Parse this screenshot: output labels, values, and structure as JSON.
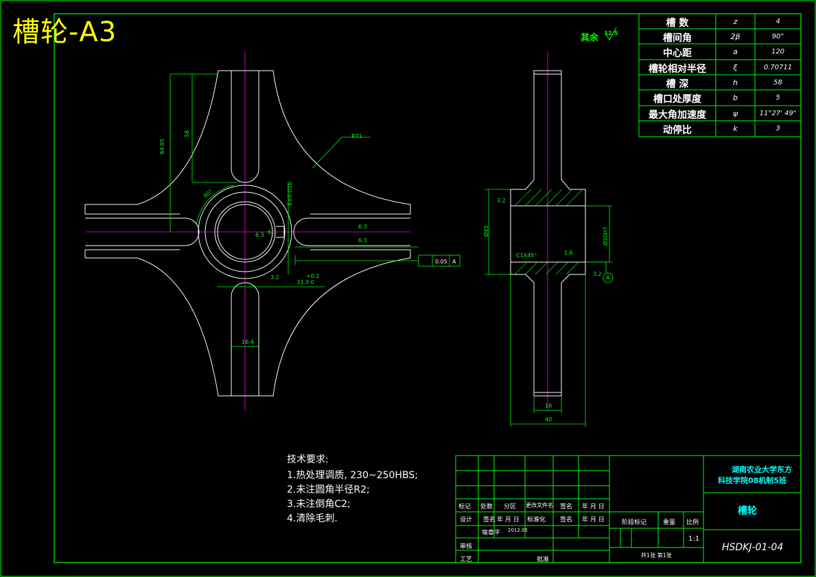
{
  "sheet_title": "槽轮-A3",
  "roughness_note": "其余",
  "roughness_value": "12.5",
  "params": [
    {
      "name": "槽  数",
      "sym": "z",
      "val": "4"
    },
    {
      "name": "槽间角",
      "sym": "2β",
      "val": "90°"
    },
    {
      "name": "中心距",
      "sym": "a",
      "val": "120"
    },
    {
      "name": "槽轮相对半径",
      "sym": "ξ",
      "val": "0.70711"
    },
    {
      "name": "槽  深",
      "sym": "h",
      "val": "58"
    },
    {
      "name": "槽口处厚度",
      "sym": "b",
      "val": "5"
    },
    {
      "name": "最大角加速度",
      "sym": "ψ",
      "val": "11°27' 49\""
    },
    {
      "name": "动停比",
      "sym": "k",
      "val": "3"
    }
  ],
  "dims": {
    "d8485": "84.85",
    "d58": "58",
    "r71": "R71",
    "a90": "90°",
    "d8": "8±0.018",
    "d333": "33.3-0",
    "d333tol": "+0.2",
    "d164": "16.4",
    "r63a": "6.3",
    "r63b": "6.3",
    "r63c": "6.3",
    "r63d": "6.3",
    "r32": "3.2",
    "tol_val": "0.05",
    "tol_ref": "A",
    "d45": "Ø45",
    "d30": "Ø30H7",
    "c1": "C1X45°",
    "d16": "16",
    "d40": "40",
    "r16": "1.6",
    "datum": "A",
    "r32b": "3.2",
    "r32c": "3.2"
  },
  "tech": {
    "title": "技术要求:",
    "items": [
      "1.热处理调质, 230~250HBS;",
      "2.未注圆角半径R2;",
      "3.未注倒角C2;",
      "4.清除毛刺."
    ]
  },
  "titleblock": {
    "school1": "湖南农业大学东方",
    "school2": "科技学院08机制5班",
    "part_name": "槽轮",
    "drawing_no": "HSDKJ-01-04",
    "scale": "1:1",
    "labels": {
      "biaoji": "标记",
      "chushu": "处数",
      "fenqu": "分区",
      "gengai": "更改文件名",
      "qianming": "签名",
      "nyr": "年 月 日",
      "sheji": "设计",
      "qianming2": "签名",
      "nyr2": "年 月 日",
      "biaozhun": "标准化",
      "qianming3": "签名",
      "nyr3": "年 月 日",
      "jieduan": "阶段标记",
      "zhongliang": "重量",
      "bili": "比例",
      "shenhe": "审核",
      "gongyi": "工艺",
      "pizhun": "批准",
      "designer": "喻章平",
      "date": "2012.05",
      "sheets": "共1张  第1张"
    }
  },
  "colors": {
    "frame": "#00ff00",
    "line": "#ffffff",
    "center": "#ff00ff",
    "dim": "#00ff00",
    "title": "#ffff00",
    "cyan": "#00ffff"
  }
}
